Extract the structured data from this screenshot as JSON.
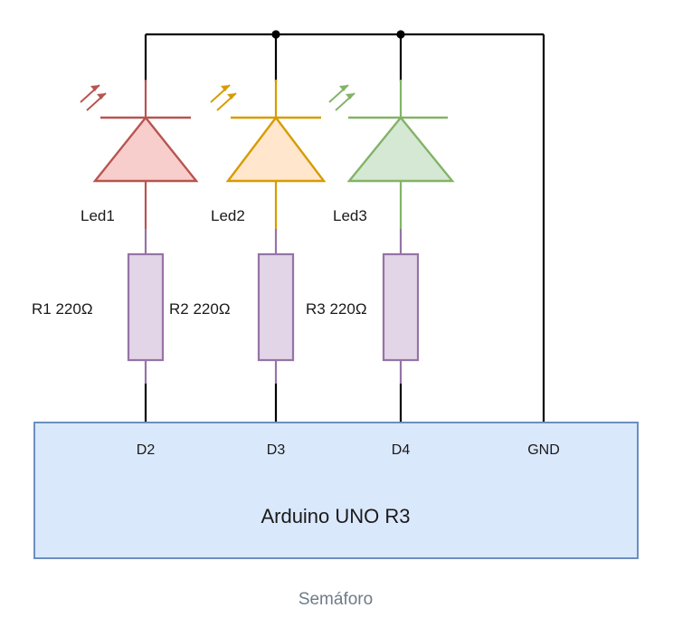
{
  "title": "Semáforo",
  "caption": "Semáforo",
  "colors": {
    "led_red_fill": "#f8cecc",
    "led_red_stroke": "#b85450",
    "led_orange_fill": "#ffe6cc",
    "led_orange_stroke": "#d79b00",
    "led_green_fill": "#d5e8d4",
    "led_green_stroke": "#82b366",
    "resistor_fill": "#e1d5e7",
    "resistor_stroke": "#9673a6",
    "board_fill": "#dae8fc",
    "board_stroke": "#6c8ebf",
    "wire": "#000000",
    "caption": "#6f7b8a"
  },
  "board": {
    "name": "Arduino UNO R3",
    "pins": [
      {
        "label": "D2"
      },
      {
        "label": "D3"
      },
      {
        "label": "D4"
      },
      {
        "label": "GND"
      }
    ]
  },
  "leds": [
    {
      "label": "Led1",
      "color": "red"
    },
    {
      "label": "Led2",
      "color": "orange"
    },
    {
      "label": "Led3",
      "color": "green"
    }
  ],
  "resistors": [
    {
      "label": "R1 220Ω",
      "value": "220",
      "unit": "Ω",
      "designator": "R1"
    },
    {
      "label": "R2 220Ω",
      "value": "220",
      "unit": "Ω",
      "designator": "R2"
    },
    {
      "label": "R3 220Ω",
      "value": "220",
      "unit": "Ω",
      "designator": "R3"
    }
  ],
  "junctions": [
    {
      "name": "junction-d3"
    },
    {
      "name": "junction-d4"
    }
  ]
}
